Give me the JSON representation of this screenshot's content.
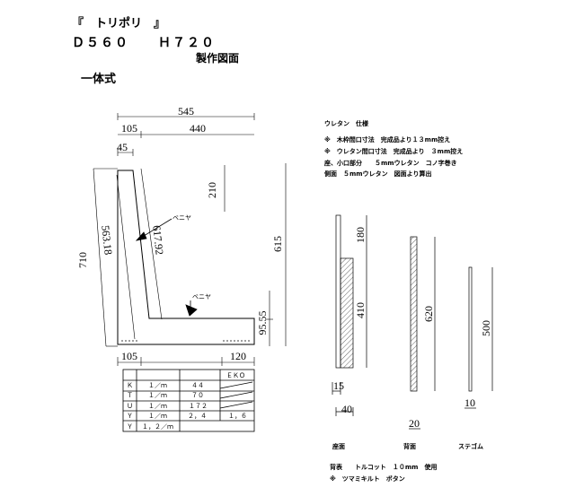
{
  "header": {
    "title": "『　トリポリ　』",
    "dims": "Ｄ５６０　　Ｈ７２０",
    "subtitle": "製作図面",
    "type": "一体式"
  },
  "notes": {
    "heading": "ウレタン　仕様",
    "lines": [
      "※　木枠間口寸法　完成品より１３mm控え",
      "※　ウレタン間口寸法　完成品より　３mm控え",
      "座、小口部分　　５mmウレタン　コノ字巻き",
      "側面　５mmウレタン　図面より算出"
    ]
  },
  "side_view": {
    "dims": {
      "d545": "545",
      "d105_top": "105",
      "d440": "440",
      "d45": "45",
      "d210": "210",
      "d710": "710",
      "d563": "563.18",
      "d617": "617.92",
      "d615": "615",
      "d95": "95.55",
      "d105_bot": "105",
      "d120": "120"
    },
    "veneer_label_1": "ベニヤ",
    "veneer_label_2": "ベニヤ"
  },
  "table": {
    "header_eko": "ＥＫＯ",
    "rows": [
      [
        "Ｋ",
        "１／ｍ",
        "４４",
        ""
      ],
      [
        "Ｔ",
        "１／ｍ",
        "７０",
        ""
      ],
      [
        "Ｕ",
        "１／ｍ",
        "１７２",
        ""
      ],
      [
        "Ｙ",
        "１／ｍ",
        "２，４",
        "１，６"
      ],
      [
        "Ｙ",
        "１，２／ｍ",
        "",
        ""
      ]
    ]
  },
  "parts": {
    "seat": {
      "h180": "180",
      "h410": "410",
      "w15": "15",
      "w40": "40",
      "label": "座面"
    },
    "back": {
      "h620": "620",
      "w20": "20",
      "label": "背面"
    },
    "stegum": {
      "h500": "500",
      "w10": "10",
      "label": "ステゴム"
    }
  },
  "footer": {
    "line1": "背表　　トルコット　１０mm　使用",
    "line2": "※　ツマミキルト　ボタン"
  }
}
